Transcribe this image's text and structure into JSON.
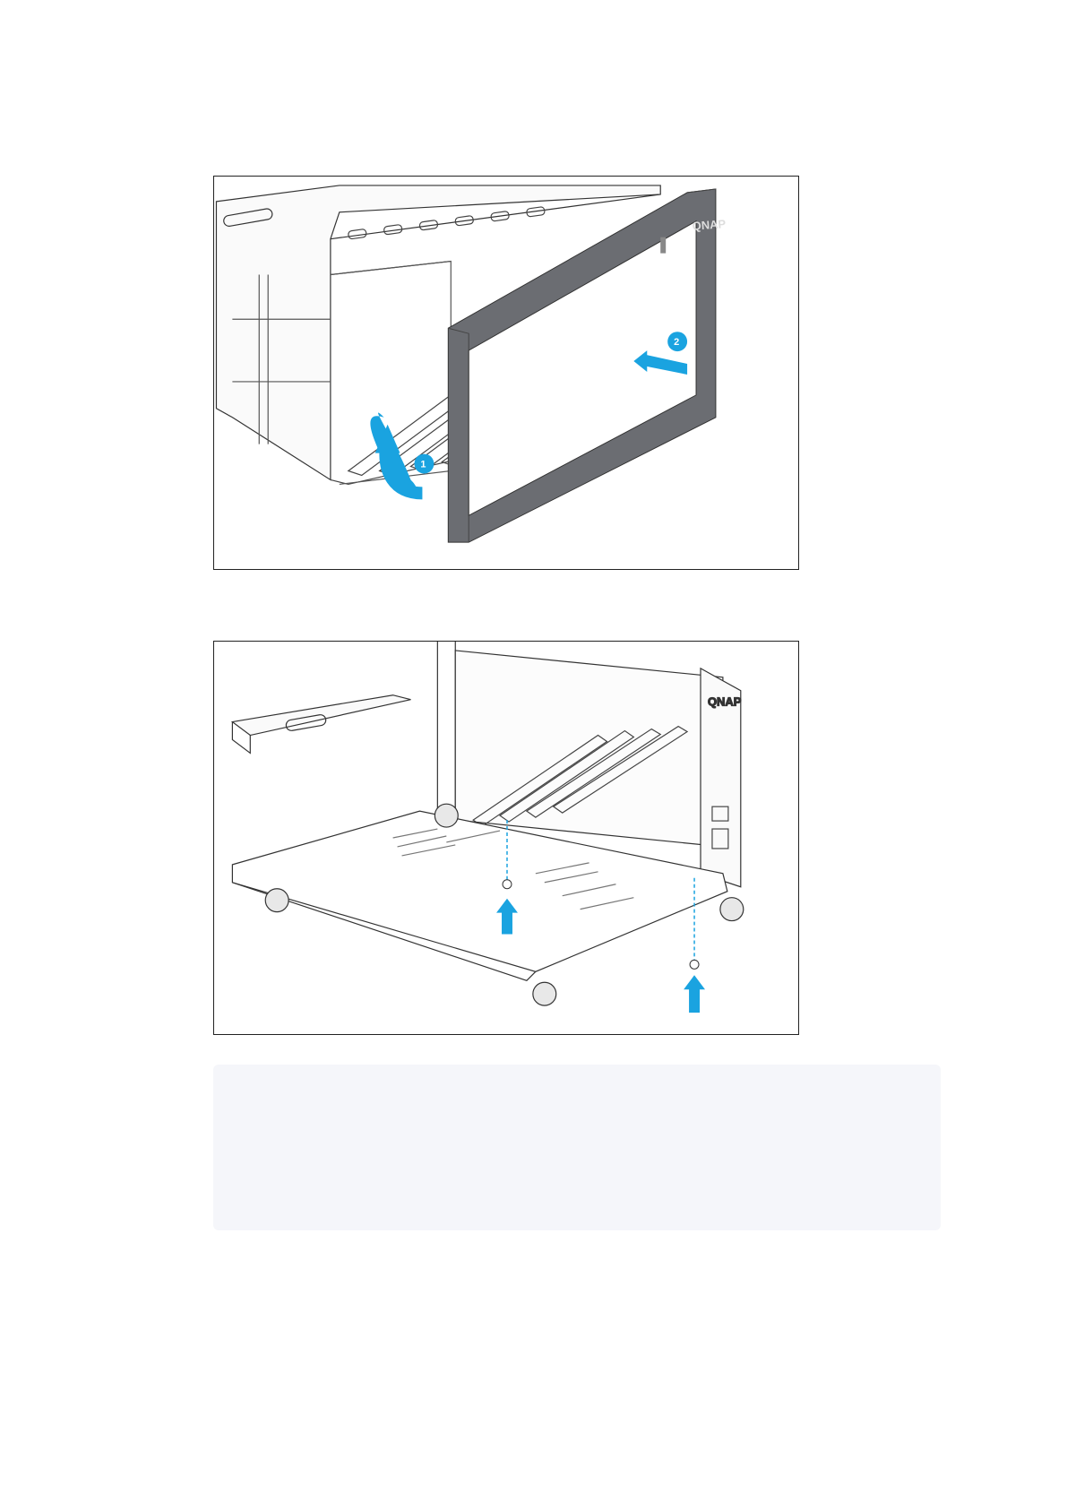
{
  "figures": [
    {
      "id": "attach-front-panel",
      "brand": "QNAP",
      "step_labels": [
        "1",
        "2"
      ],
      "arrow_color": "#1aa3e0"
    },
    {
      "id": "secure-screws-bottom",
      "brand": "QNAP",
      "arrow_color": "#1aa3e0"
    }
  ],
  "note": {
    "text": ""
  }
}
